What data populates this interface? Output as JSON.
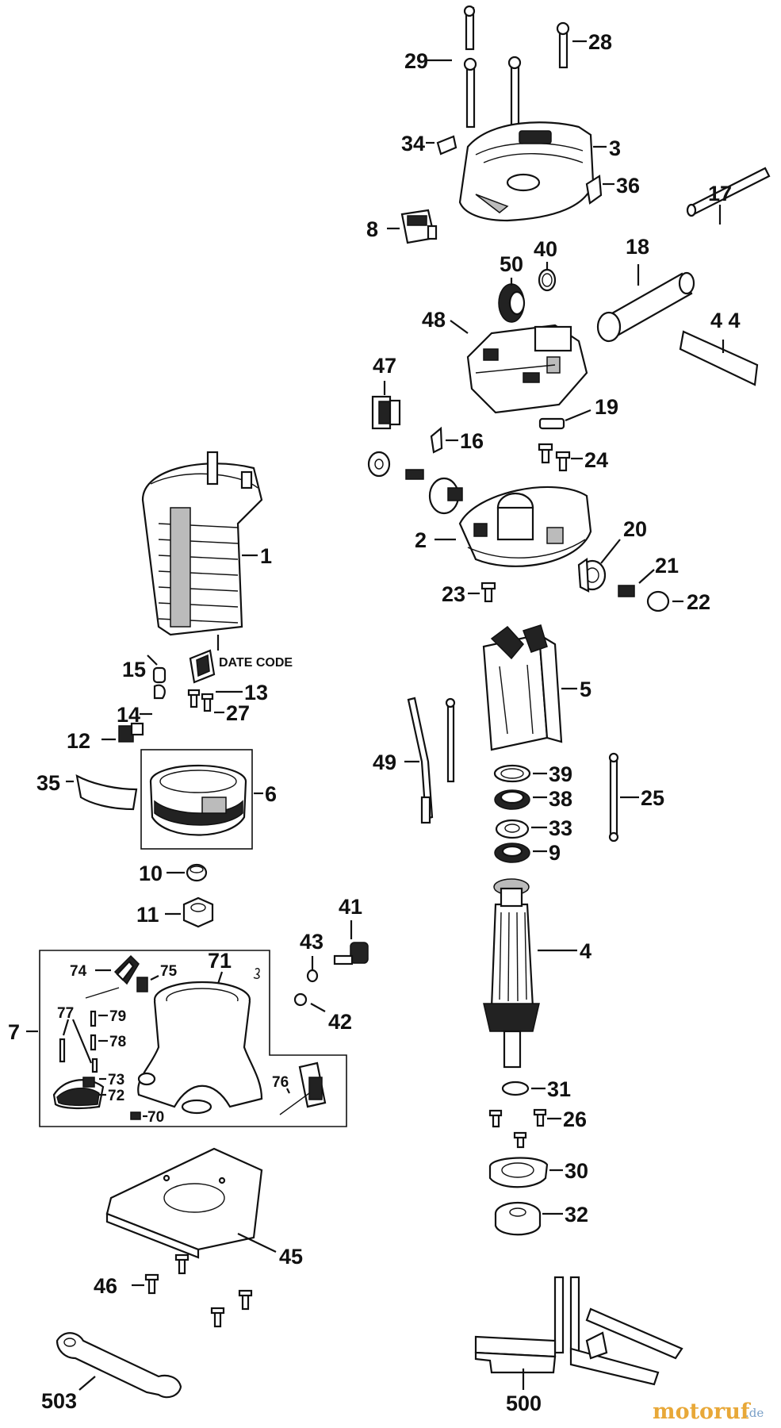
{
  "diagram": {
    "callouts": [
      "29",
      "28",
      "34",
      "3",
      "36",
      "8",
      "17",
      "18",
      "40",
      "50",
      "48",
      "44",
      "47",
      "19",
      "16",
      "24",
      "2",
      "20",
      "21",
      "22",
      "23",
      "1",
      "DATE CODE",
      "5",
      "15",
      "13",
      "14",
      "27",
      "12",
      "49",
      "39",
      "38",
      "6",
      "35",
      "33",
      "9",
      "25",
      "10",
      "11",
      "41",
      "43",
      "42",
      "4",
      "7",
      "74",
      "75",
      "71",
      "77",
      "79",
      "78",
      "73",
      "72",
      "76",
      "70",
      "31",
      "26",
      "30",
      "32",
      "45",
      "46",
      "503",
      "500"
    ]
  },
  "labels": {
    "l29": "29",
    "l28": "28",
    "l34": "34",
    "l3": "3",
    "l36": "36",
    "l8": "8",
    "l17": "17",
    "l18": "18",
    "l40": "40",
    "l50": "50",
    "l48": "48",
    "l44": "4 4",
    "l47": "47",
    "l19": "19",
    "l16": "16",
    "l24": "24",
    "l2": "2",
    "l20": "20",
    "l21": "21",
    "l22": "22",
    "l23": "23",
    "l1": "1",
    "date_code": "DATE CODE",
    "l5": "5",
    "l15": "15",
    "l13": "13",
    "l14": "14",
    "l27": "27",
    "l12": "12",
    "l49": "49",
    "l39": "39",
    "l38": "38",
    "l6": "6",
    "l35": "35",
    "l33": "33",
    "l9": "9",
    "l25": "25",
    "l10": "10",
    "l11": "11",
    "l41": "41",
    "l43": "43",
    "l42": "42",
    "l4": "4",
    "l7": "7",
    "l74": "74",
    "l75": "75",
    "l71": "71",
    "l77": "77",
    "l79": "79",
    "l78": "78",
    "l73": "73",
    "l72": "72",
    "l76": "76",
    "l70": "70",
    "l31": "31",
    "l26": "26",
    "l30": "30",
    "l32": "32",
    "l45": "45",
    "l46": "46",
    "l503": "503",
    "l500": "500"
  },
  "watermark": {
    "brand": "motoruf",
    "suffix": ".de",
    "brand_color": "#e8a838",
    "suffix_color": "#7aa0c8"
  }
}
